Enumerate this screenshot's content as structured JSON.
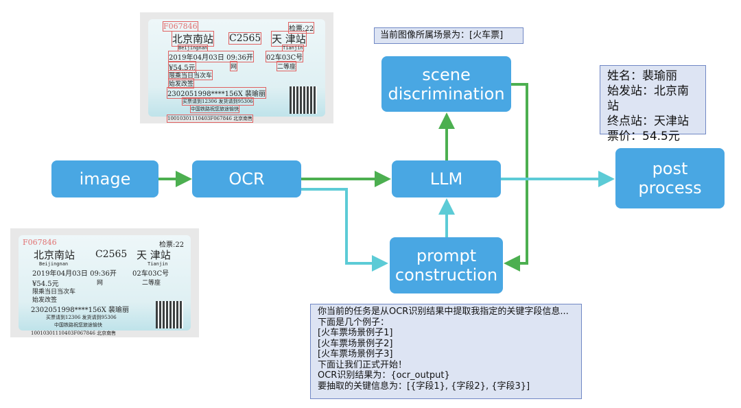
{
  "nodes": {
    "image": "image",
    "ocr": "OCR",
    "llm": "LLM",
    "post_process": "post\nprocess",
    "scene_discrimination": "scene\ndiscrimination",
    "prompt_construction": "prompt\nconstruction"
  },
  "scene_label": "当前图像所属场景为：[火车票]",
  "extracted_info": [
    "姓名：裴瑜丽",
    "始发站：北京南站",
    "终点站：天津站",
    "票价：54.5元"
  ],
  "prompt_text": [
    "你当前的任务是从OCR识别结果中提取我指定的关键字段信息...",
    "下面是几个例子：",
    "[火车票场景例子1]",
    "[火车票场景例子2]",
    "[火车票场景例子3]",
    "下面让我们正式开始！",
    "OCR识别结果为：{ocr_output}",
    "要抽取的关键信息为：[{字段1}, {字段2}, {字段3}]"
  ],
  "ticket": {
    "serial": "F067846",
    "check": "检票:22",
    "from": "北京南站",
    "from_py": "Beijingnan",
    "train": "C2565",
    "to": "天  津站",
    "to_py": "Tianjin",
    "datetime": "2019年04月03日 09:36开",
    "seat": "02车03C号",
    "price": "¥54.5元",
    "channel": "网",
    "class": "二等座",
    "note1": "限乘当日当次车",
    "note2": "始发改签",
    "id": "2302051998****156X 裴瑜丽",
    "notice1": "买票请到12306 发货请到95306",
    "notice2": "中国铁路祝您旅途愉快",
    "bottom": "10010301110403F067846 北京南售"
  },
  "colors": {
    "node": "#49a7e3",
    "green_arrow": "#4caf50",
    "cyan_arrow": "#5ccbd6",
    "note_bg": "#dde4f3"
  }
}
